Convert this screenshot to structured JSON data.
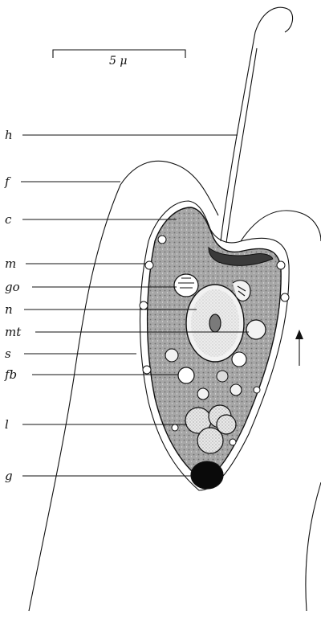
{
  "scale_bar": {
    "label": "5 μ"
  },
  "labels": [
    {
      "key": "h",
      "text": "h"
    },
    {
      "key": "f",
      "text": "f"
    },
    {
      "key": "c",
      "text": "c"
    },
    {
      "key": "m",
      "text": "m"
    },
    {
      "key": "go",
      "text": "go"
    },
    {
      "key": "n",
      "text": "n"
    },
    {
      "key": "mt",
      "text": "mt"
    },
    {
      "key": "s",
      "text": "s"
    },
    {
      "key": "fb",
      "text": "fb"
    },
    {
      "key": "l",
      "text": "l"
    },
    {
      "key": "g",
      "text": "g"
    }
  ],
  "colors": {
    "ink": "#111111",
    "cytoplasm": "#9c9c9c",
    "background": "#ffffff"
  },
  "icons": {
    "direction_arrow": "up-arrow-icon"
  }
}
